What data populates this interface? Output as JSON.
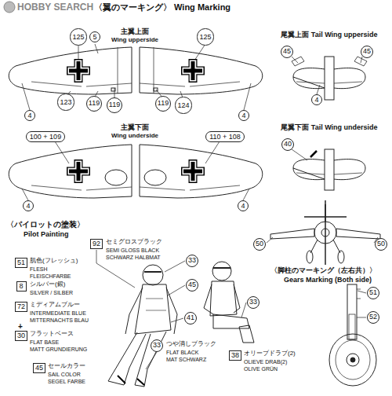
{
  "diagram": {
    "title": "〈翼のマーキング〉 Wing Marking",
    "nodes": [
      {
        "text": [
          "125"
        ]
      },
      {
        "text": [
          "5"
        ]
      },
      {
        "text": [
          "123"
        ]
      },
      {
        "text": [
          "119"
        ]
      },
      {
        "text": [
          "119"
        ]
      },
      {
        "text": [
          "4"
        ]
      },
      {
        "text": [
          "125"
        ]
      },
      {
        "text": [
          "119"
        ]
      },
      {
        "text": [
          "124"
        ]
      },
      {
        "text": [
          "4"
        ]
      },
      {
        "text": [
          "45"
        ]
      },
      {
        "text": [
          "45"
        ]
      },
      {
        "text": [
          "4"
        ]
      },
      {
        "text": [
          "100 + 109"
        ]
      },
      {
        "text": [
          "110 + 108"
        ]
      },
      {
        "text": [
          "4"
        ]
      },
      {
        "text": [
          "4"
        ]
      },
      {
        "text": [
          "40"
        ]
      },
      {
        "text": [
          "92"
        ]
      },
      {
        "text": [
          "33"
        ]
      },
      {
        "text": [
          "51"
        ]
      },
      {
        "text": [
          "45"
        ]
      },
      {
        "text": [
          "8"
        ]
      },
      {
        "text": [
          "33"
        ]
      },
      {
        "text": [
          "72"
        ]
      },
      {
        "text": [
          "41"
        ]
      },
      {
        "text": [
          "33"
        ]
      },
      {
        "text": [
          "30"
        ]
      },
      {
        "text": [
          "38"
        ]
      },
      {
        "text": [
          "45"
        ]
      },
      {
        "text": [
          "50"
        ]
      },
      {
        "text": [
          "50"
        ]
      },
      {
        "text": [
          "51"
        ]
      },
      {
        "text": [
          "52"
        ]
      }
    ],
    "labels": [
      "HOBBY SEARCH",
      "主翼上面",
      "Wing upperside",
      "尾翼上面 Tail Wing upperside",
      "主翼下面",
      "Wing underside",
      "尾翼下面 Tail Wing underside",
      "〈パイロットの塗装〉",
      "Pilot Painting",
      "〈脚柱のマーキング（左右共）〉",
      "Gears Marking (Both side)",
      "セミグロスブラック",
      "SEMI GLOSS BLACK",
      "SCHWARZ HALBMAT",
      "肌色(フレッシュ)",
      "FLESH",
      "FLEISCHFARBE",
      "シルバー(銀)",
      "SILVER / SILBER",
      "ミディアムブルー",
      "INTERMEDIATE BLUE",
      "MITTERNACHTS BLAU",
      "+",
      "フラットベース",
      "FLAT BASE",
      "MATT GRUNDIERUNG",
      "つや消しブラック",
      "FLAT BLACK",
      "MAT SCHWARZ",
      "セールカラー",
      "SAIL COLOR",
      "SEGEL FARBE",
      "オリーブドラブ(2)",
      "OLIEVE DRAB(2)",
      "OLIVE GRÜN"
    ]
  }
}
